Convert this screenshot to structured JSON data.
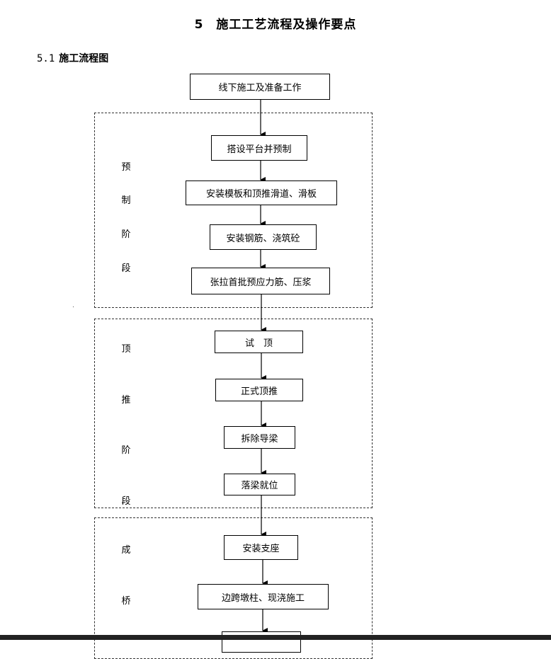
{
  "doc": {
    "chapter_number": "5",
    "chapter_title": "施工工艺流程及操作要点",
    "section_number": "5.1",
    "section_title": "施工流程图"
  },
  "flow": {
    "start": "线下施工及准备工作",
    "stages": [
      {
        "label_chars": [
          "预",
          "制",
          "阶",
          "段"
        ],
        "steps": [
          "搭设平台并预制",
          "安装模板和顶推滑道、滑板",
          "安装钢筋、浇筑砼",
          "张拉首批预应力筋、压浆"
        ]
      },
      {
        "label_chars": [
          "顶",
          "推",
          "阶",
          "段"
        ],
        "steps": [
          "试　顶",
          "正式顶推",
          "拆除导梁",
          "落梁就位"
        ]
      },
      {
        "label_chars": [
          "成",
          "桥"
        ],
        "steps": [
          "安装支座",
          "边跨墩柱、现浇施工",
          ""
        ]
      }
    ]
  }
}
